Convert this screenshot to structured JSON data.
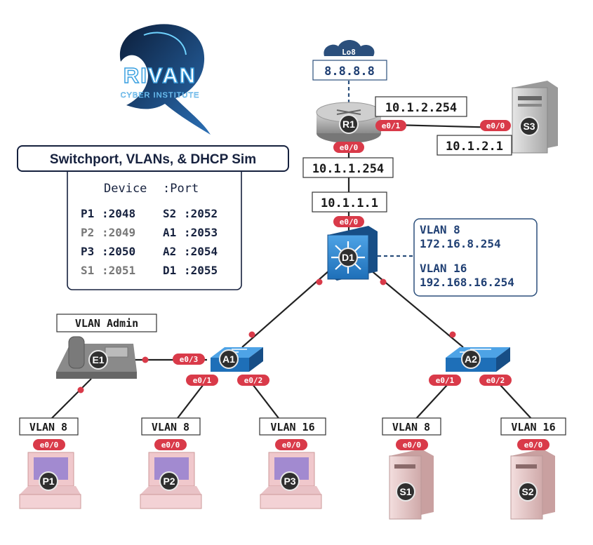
{
  "brand": {
    "name": "RIVAN",
    "tagline": "CYBER INSTITUTE"
  },
  "title": "Switchport, VLANs, & DHCP Sim",
  "port_table": {
    "header_device": "Device",
    "header_port": ":Port",
    "rows": [
      {
        "device": "P1",
        "port": ":2048",
        "highlight": true
      },
      {
        "device": "P2",
        "port": ":2049",
        "highlight": false
      },
      {
        "device": "P3",
        "port": ":2050",
        "highlight": true
      },
      {
        "device": "S1",
        "port": ":2051",
        "highlight": false
      },
      {
        "device": "S2",
        "port": ":2052",
        "highlight": true
      },
      {
        "device": "A1",
        "port": ":2053",
        "highlight": true
      },
      {
        "device": "A2",
        "port": ":2054",
        "highlight": true
      },
      {
        "device": "D1",
        "port": ":2055",
        "highlight": true
      }
    ]
  },
  "cloud": {
    "label": "Lo8",
    "ip": "8.8.8.8"
  },
  "nodes": {
    "R1": "R1",
    "S3": "S3",
    "D1": "D1",
    "A1": "A1",
    "A2": "A2",
    "E1": "E1",
    "P1": "P1",
    "P2": "P2",
    "P3": "P3",
    "S1": "S1",
    "S2": "S2"
  },
  "ips": {
    "r1_s3_side": "10.1.2.254",
    "s3": "10.1.2.1",
    "r1_down": "10.1.1.254",
    "d1_up": "10.1.1.1"
  },
  "ports": {
    "r1_e01": "e0/1",
    "s3_e00": "e0/0",
    "r1_e00": "e0/0",
    "d1_e00": "e0/0",
    "a1_e03": "e0/3",
    "a1_e01": "e0/1",
    "a1_e02": "e0/2",
    "a2_e01": "e0/1",
    "a2_e02": "e0/2",
    "p1_e00": "e0/0",
    "p2_e00": "e0/0",
    "p3_e00": "e0/0",
    "s1_e00": "e0/0",
    "s2_e00": "e0/0"
  },
  "vlan_info": {
    "vlan8_label": "VLAN 8",
    "vlan8_ip": "172.16.8.254",
    "vlan16_label": "VLAN 16",
    "vlan16_ip": "192.168.16.254"
  },
  "vlan_tags": {
    "e1": "VLAN Admin",
    "p1": "VLAN 8",
    "p2": "VLAN 8",
    "p3": "VLAN 16",
    "s1": "VLAN 8",
    "s2": "VLAN 16"
  },
  "colors": {
    "port_red": "#d93a49",
    "switch_blue": "#1e6fb8",
    "navy": "#16213e",
    "vlan_blue": "#1f3f73"
  }
}
